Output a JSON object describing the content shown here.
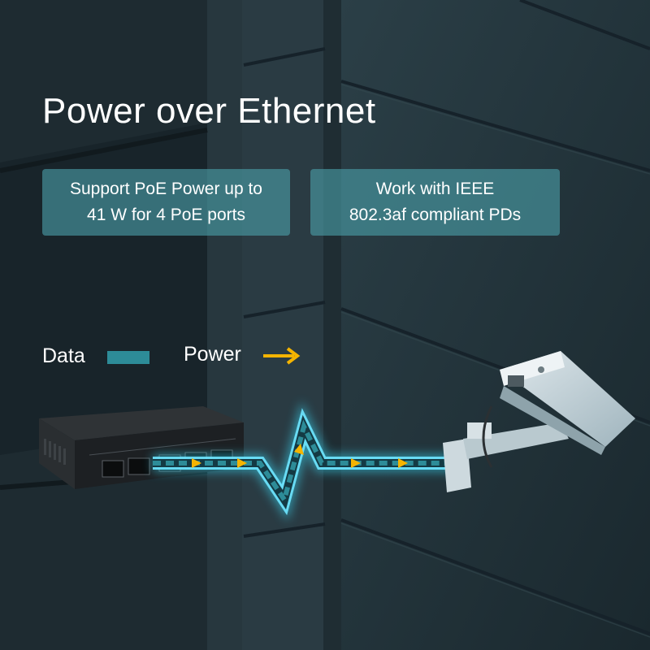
{
  "title": "Power over Ethernet",
  "features": [
    {
      "text": "Support PoE Power up to\n41 W for 4 PoE ports"
    },
    {
      "text": "Work with IEEE\n802.3af compliant PDs"
    }
  ],
  "legend": {
    "data_label": "Data",
    "power_label": "Power"
  },
  "colors": {
    "data": "#2d8c98",
    "power": "#f5b400",
    "glow": "#37d4f0",
    "box": "#4a9ea8"
  },
  "icons": [
    "power-arrow-icon",
    "ethernet-port-icon"
  ],
  "devices": [
    "poe-switch",
    "security-camera"
  ]
}
